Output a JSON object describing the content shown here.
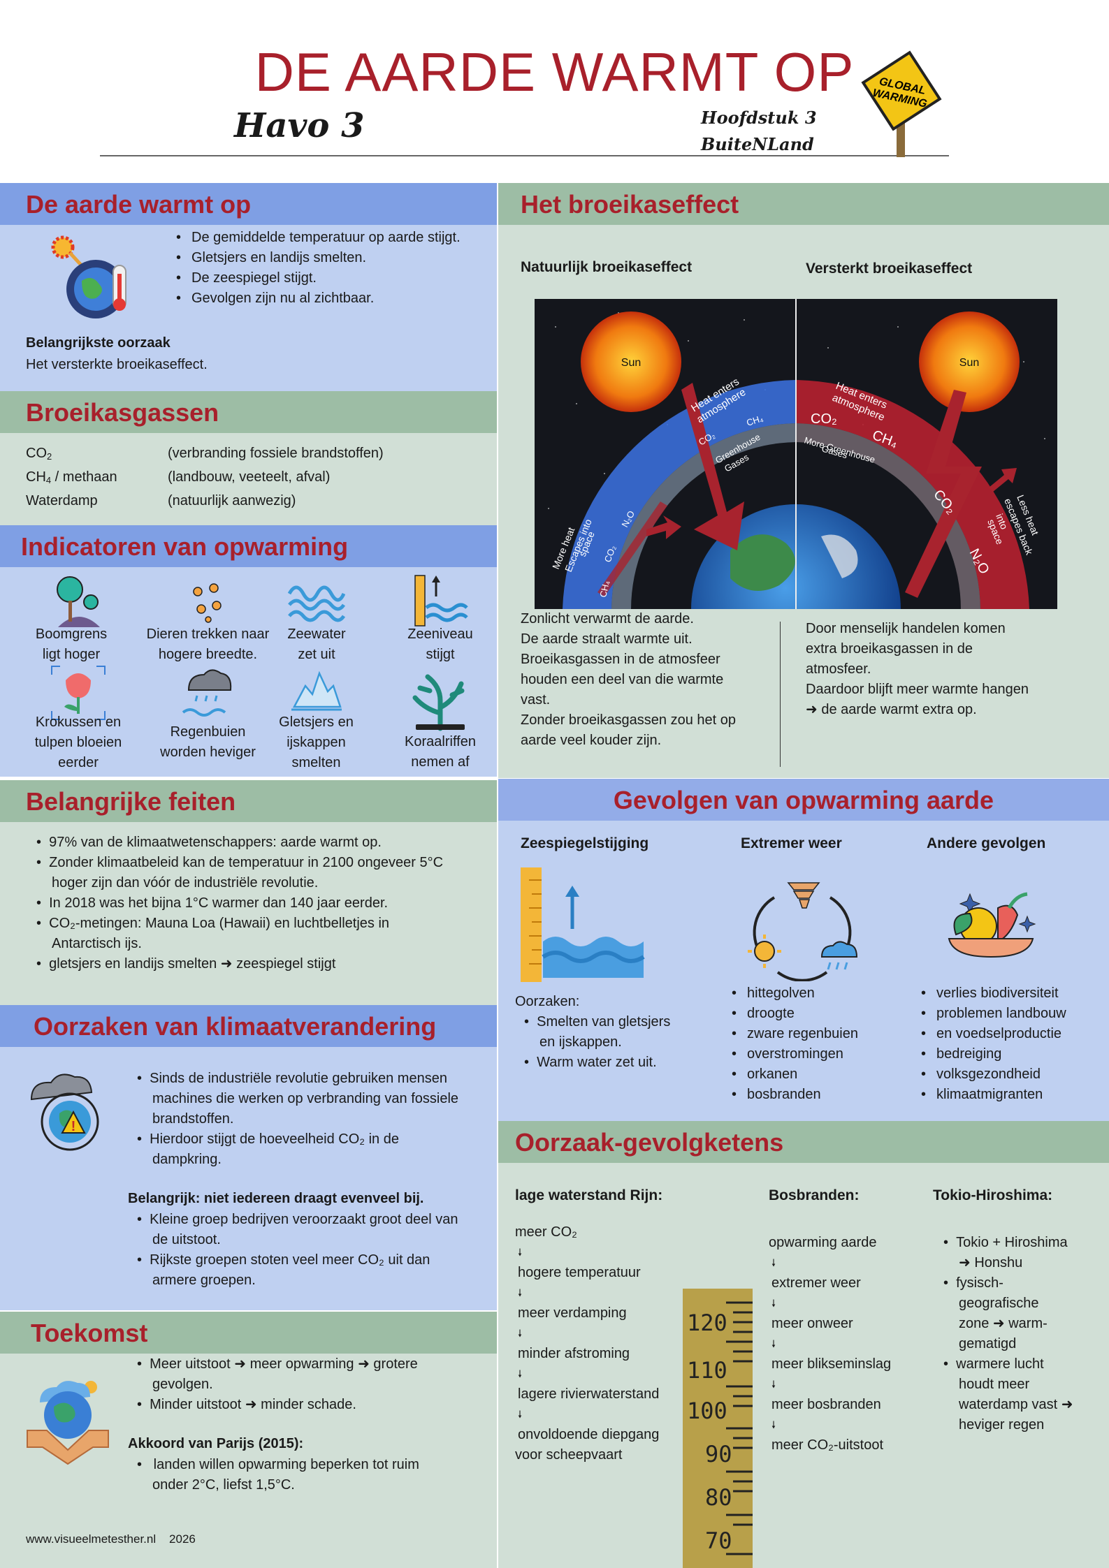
{
  "header": {
    "title": "DE AARDE WARMT OP",
    "subtitle": "Havo 3",
    "chapter_line1": "Hoofdstuk 3",
    "chapter_line2": "BuiteNLand",
    "sign_line1": "GLOBAL",
    "sign_line2": "WARMING"
  },
  "warming": {
    "title": "De aarde warmt op",
    "bullets": [
      "De gemiddelde temperatuur op aarde stijgt.",
      "Gletsjers en landijs smelten.",
      "De zeespiegel stijgt.",
      "Gevolgen zijn nu al zichtbaar."
    ],
    "cause_heading": "Belangrijkste oorzaak",
    "cause_text": "Het versterkte broeikaseffect."
  },
  "gases": {
    "title": "Broeikasgassen",
    "rows": [
      {
        "name": "CO",
        "sub": "2",
        "rest": "",
        "source": "(verbranding fossiele brandstoffen)"
      },
      {
        "name": "CH",
        "sub": "4",
        "rest": " / methaan",
        "source": "(landbouw, veeteelt, afval)"
      },
      {
        "name": "Waterdamp",
        "sub": "",
        "rest": "",
        "source": "(natuurlijk aanwezig)"
      }
    ]
  },
  "indicators": {
    "title": "Indicatoren van opwarming",
    "items": [
      {
        "line1": "Boomgrens",
        "line2": "ligt hoger",
        "line3": "",
        "icon": "tree-icon"
      },
      {
        "line1": "Dieren trekken naar",
        "line2": "hogere breedte.",
        "line3": "",
        "icon": "paw-prints-icon"
      },
      {
        "line1": "Zeewater",
        "line2": "zet uit",
        "line3": "",
        "icon": "waves-icon"
      },
      {
        "line1": "Zeeniveau",
        "line2": "stijgt",
        "line3": "",
        "icon": "sea-level-icon"
      },
      {
        "line1": "Krokussen en",
        "line2": "tulpen bloeien",
        "line3": "eerder",
        "icon": "tulip-icon"
      },
      {
        "line1": "Regenbuien",
        "line2": "worden heviger",
        "line3": "",
        "icon": "rain-cloud-icon"
      },
      {
        "line1": "Gletsjers en",
        "line2": "ijskappen",
        "line3": "smelten",
        "icon": "glacier-icon"
      },
      {
        "line1": "Koraalriffen",
        "line2": "nemen af",
        "line3": "",
        "icon": "coral-icon"
      }
    ]
  },
  "facts": {
    "title": "Belangrijke feiten",
    "bullets": [
      "97% van de klimaatwetenschappers: aarde warmt op.",
      "Zonder klimaatbeleid kan de temperatuur in 2100 ongeveer 5°C",
      "hoger zijn dan vóór de industriële revolutie.",
      "In 2018 was het bijna 1°C warmer dan 140 jaar eerder.",
      "CO₂-metingen: Mauna Loa (Hawaii) en luchtbelletjes in",
      "Antarctisch ijs.",
      "gletsjers en landijs smelten ➜ zeespiegel stijgt"
    ]
  },
  "causes": {
    "title": "Oorzaken van klimaatverandering",
    "bullets": [
      "Sinds de industriële revolutie gebruiken mensen",
      "machines die werken op verbranding van fossiele",
      "brandstoffen.",
      "Hierdoor stijgt de hoeveelheid CO₂ in de",
      "dampkring."
    ],
    "note_heading": "Belangrijk: niet iedereen draagt evenveel bij.",
    "note_bullets": [
      "Kleine groep bedrijven veroorzaakt groot deel van",
      "de uitstoot.",
      "Rijkste groepen stoten veel meer CO₂ uit dan",
      "armere groepen."
    ]
  },
  "future": {
    "title": "Toekomst",
    "bullets": [
      "Meer uitstoot ➜ meer opwarming ➜ grotere",
      "gevolgen.",
      "Minder uitstoot ➜ minder schade."
    ],
    "paris_heading": "Akkoord van Parijs (2015):",
    "paris_bullets": [
      " landen willen opwarming beperken tot ruim",
      "onder 2°C, liefst 1,5°C."
    ],
    "footer": "www.visueelmetesther.nl    2026"
  },
  "greenhouse": {
    "title": "Het broeikaseffect",
    "natural_heading": "Natuurlijk broeikaseffect",
    "enhanced_heading": "Versterkt broeikaseffect",
    "diagram": {
      "sun_label": "Sun",
      "heat_enters_line1": "Heat enters",
      "heat_enters_line2": "atmosphere",
      "greenhouse_gases_line1": "Greenhouse",
      "greenhouse_gases_line2": "Gases",
      "more_greenhouse_line1": "More Greenhouse",
      "more_greenhouse_line2": "Gases",
      "more_heat_line1": "More heat",
      "more_heat_line2": "Escapes into",
      "more_heat_line3": "space",
      "less_heat_line1": "Less heat",
      "less_heat_line2": "escapes back",
      "less_heat_line3": "into",
      "less_heat_line4": "space",
      "co2": "CO₂",
      "ch4": "CH₄",
      "n2o": "N₂O"
    },
    "natural_text": [
      "Zonlicht verwarmt de aarde.",
      "De aarde straalt warmte uit.",
      "Broeikasgassen in de atmosfeer",
      "houden een deel van die warmte",
      "vast.",
      "Zonder broeikasgassen zou het op",
      "aarde veel kouder zijn."
    ],
    "enhanced_text": [
      "Door menselijk handelen komen",
      "extra broeikasgassen in de",
      "atmosfeer.",
      "Daardoor blijft meer warmte hangen",
      "➜ de aarde warmt extra op."
    ]
  },
  "consequences": {
    "title": "Gevolgen van opwarming aarde",
    "col1_heading": "Zeespiegelstijging",
    "col1_label": "Oorzaken:",
    "col1_bullets": [
      "Smelten van gletsjers",
      "en ijskappen.",
      "Warm water zet uit."
    ],
    "col2_heading": "Extremer weer",
    "col2_bullets": [
      "hittegolven",
      "droogte",
      "zware regenbuien",
      "overstromingen",
      "orkanen",
      "bosbranden"
    ],
    "col3_heading": "Andere gevolgen",
    "col3_bullets": [
      "verlies biodiversiteit",
      "problemen landbouw",
      "en voedselproductie",
      "bedreiging",
      "volksgezondheid",
      "klimaatmigranten"
    ]
  },
  "chains": {
    "title": "Oorzaak-gevolgketens",
    "col1_heading": "lage waterstand Rijn:",
    "col1_steps": [
      "meer CO₂",
      "hogere temperatuur",
      "meer verdamping",
      "minder afstroming",
      "lagere rivierwaterstand",
      "onvoldoende diepgang"
    ],
    "col1_last": "voor scheepvaart",
    "col2_heading": "Bosbranden:",
    "col2_steps": [
      "opwarming aarde",
      "extremer weer",
      "meer onweer",
      "meer blikseminslag",
      "meer bosbranden",
      "meer CO₂-uitstoot"
    ],
    "col3_heading": "Tokio-Hiroshima:",
    "col3_bullets": [
      "Tokio + Hiroshima",
      "➜ Honshu",
      "fysisch-",
      "geografische",
      "zone ➜ warm-",
      "gematigd",
      "warmere lucht",
      "houdt meer",
      "waterdamp vast ➜",
      "heviger regen"
    ],
    "gauge_labels": [
      "120",
      "110",
      "100",
      "90",
      "80",
      "70"
    ],
    "arrow": "🠗"
  }
}
